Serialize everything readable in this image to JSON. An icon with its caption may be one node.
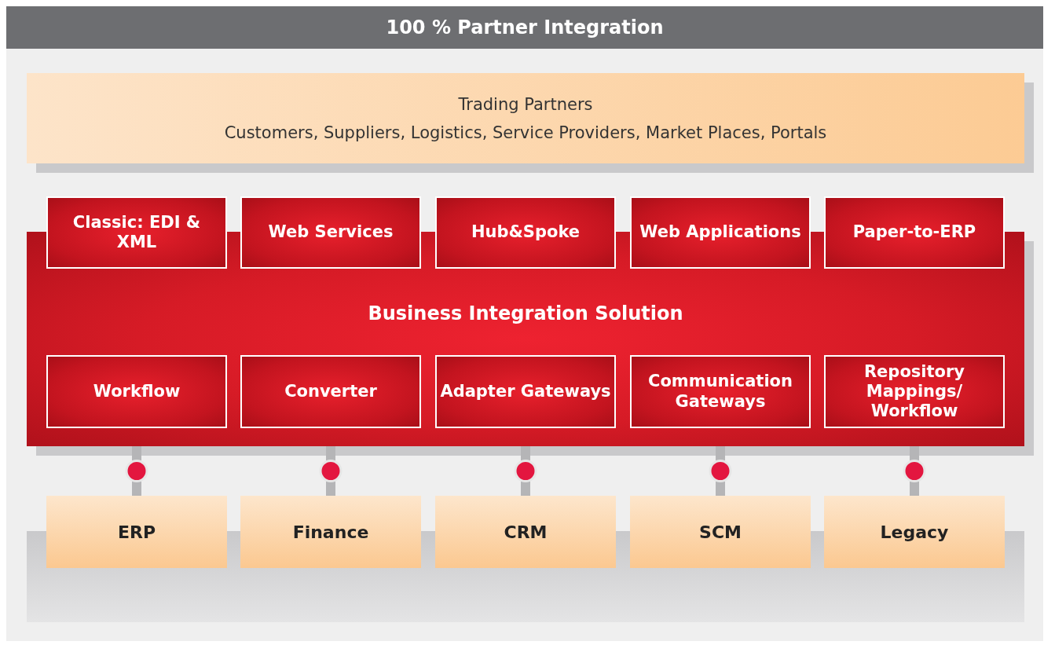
{
  "diagram": {
    "title": "100 % Partner Integration",
    "nodes": [
      {
        "text": [
          "Trading Partners",
          "Customers, Suppliers, Logistics, Service Providers, Market Places, Portals"
        ]
      },
      {
        "text": [
          "Business Integration Solution"
        ]
      },
      {
        "text": [
          "Classic: EDI & XML"
        ]
      },
      {
        "text": [
          "Web Services"
        ]
      },
      {
        "text": [
          "Hub&Spoke"
        ]
      },
      {
        "text": [
          "Web Applications"
        ]
      },
      {
        "text": [
          "Paper-to-ERP"
        ]
      },
      {
        "text": [
          "Workflow"
        ],
        "in": 1
      },
      {
        "text": [
          "Converter"
        ],
        "in": 1
      },
      {
        "text": [
          "Adapter Gateways"
        ],
        "in": 1
      },
      {
        "text": [
          "Communication Gateways"
        ],
        "in": 1
      },
      {
        "text": [
          "Repository Mappings/ Workflow"
        ],
        "in": 1
      },
      {
        "text": [
          "ERP"
        ]
      },
      {
        "text": [
          "Finance"
        ]
      },
      {
        "text": [
          "CRM"
        ]
      },
      {
        "text": [
          "SCM"
        ]
      },
      {
        "text": [
          "Legacy"
        ]
      },
      {
        "text": [],
        "shape": "bar"
      }
    ],
    "edges": [
      {
        "from": 1,
        "to": 12,
        "arrow": "none"
      },
      {
        "from": 1,
        "to": 13,
        "arrow": "none"
      },
      {
        "from": 1,
        "to": 14,
        "arrow": "none"
      },
      {
        "from": 1,
        "to": 15,
        "arrow": "none"
      },
      {
        "from": 1,
        "to": 16,
        "arrow": "none"
      }
    ]
  }
}
